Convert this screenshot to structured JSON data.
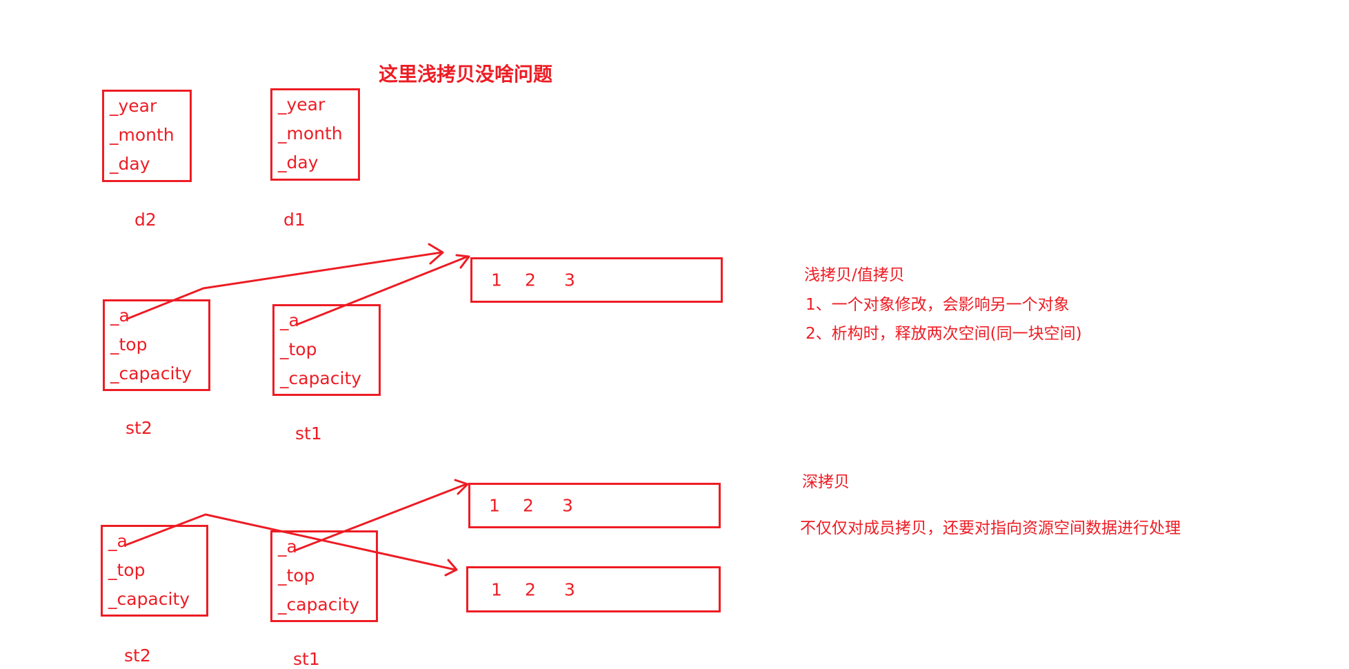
{
  "title": "这里浅拷贝没啥问题",
  "date_objects": [
    {
      "label": "d2",
      "fields": [
        "_year",
        "_month",
        "_day"
      ]
    },
    {
      "label": "d1",
      "fields": [
        "_year",
        "_month",
        "_day"
      ]
    }
  ],
  "shallow": {
    "objects": [
      {
        "label": "st2",
        "fields": [
          "_a",
          "_top",
          "_capacity"
        ]
      },
      {
        "label": "st1",
        "fields": [
          "_a",
          "_top",
          "_capacity"
        ]
      }
    ],
    "array": [
      "1",
      "2",
      "3"
    ],
    "notes": {
      "heading": "浅拷贝/值拷贝",
      "point1": "1、一个对象修改，会影响另一个对象",
      "point2": "2、析构时，释放两次空间(同一块空间)"
    }
  },
  "deep": {
    "objects": [
      {
        "label": "st2",
        "fields": [
          "_a",
          "_top",
          "_capacity"
        ]
      },
      {
        "label": "st1",
        "fields": [
          "_a",
          "_top",
          "_capacity"
        ]
      }
    ],
    "array1": [
      "1",
      "2",
      "3"
    ],
    "array2": [
      "1",
      "2",
      "3"
    ],
    "notes": {
      "heading": "深拷贝",
      "point1": "不仅仅对成员拷贝，还要对指向资源空间数据进行处理"
    }
  },
  "colors": {
    "ink": "#ed1c24",
    "background": "#ffffff"
  }
}
